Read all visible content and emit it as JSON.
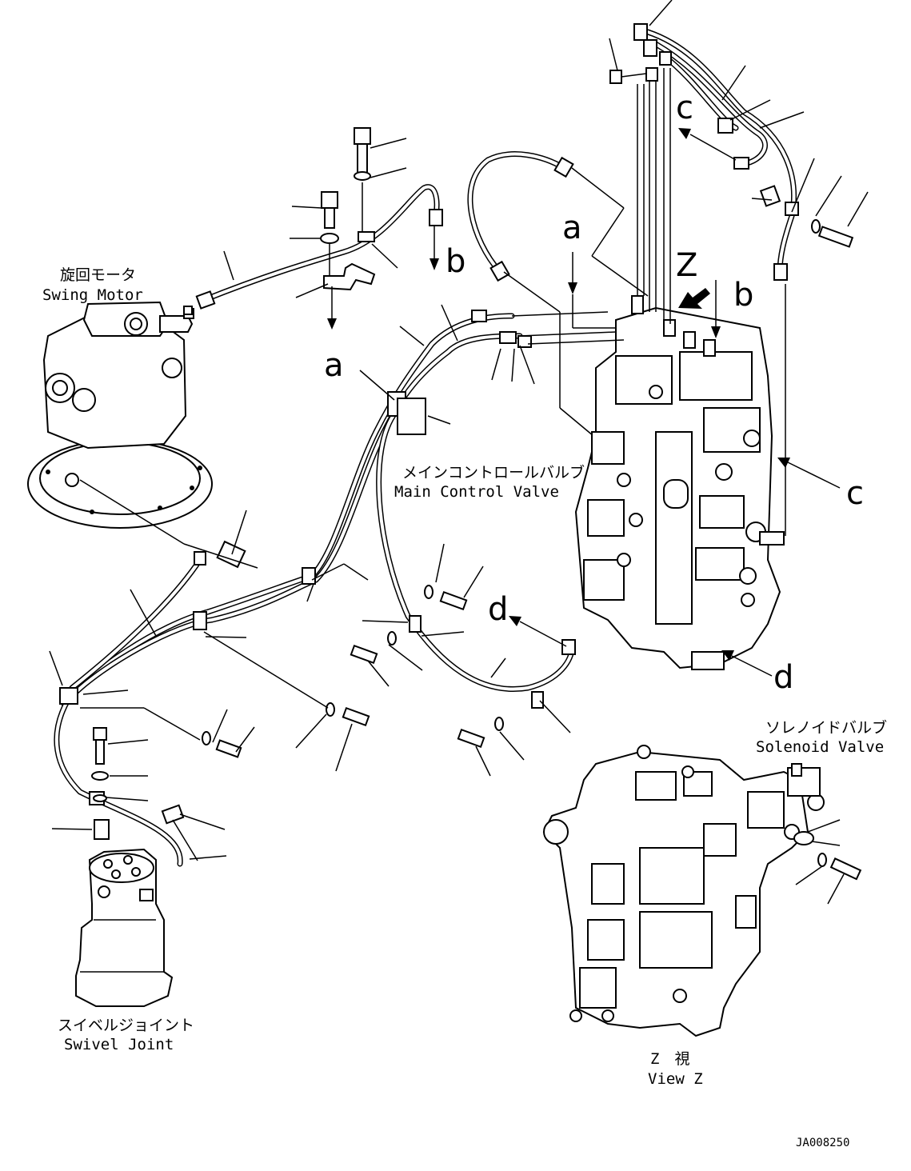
{
  "labels": {
    "swing_motor_jp": "旋回モータ",
    "swing_motor_en": "Swing Motor",
    "main_valve_jp": "メインコントロールバルブ",
    "main_valve_en": "Main Control Valve",
    "solenoid_jp": "ソレノイドバルブ",
    "solenoid_en": "Solenoid Valve",
    "swivel_jp": "スイベルジョイント",
    "swivel_en": "Swivel Joint",
    "view_jp": "Z　視",
    "view_en": "View Z",
    "drawing_no": "JA008250"
  },
  "markers": {
    "a": "a",
    "b": "b",
    "c": "c",
    "d": "d",
    "z": "Z"
  }
}
